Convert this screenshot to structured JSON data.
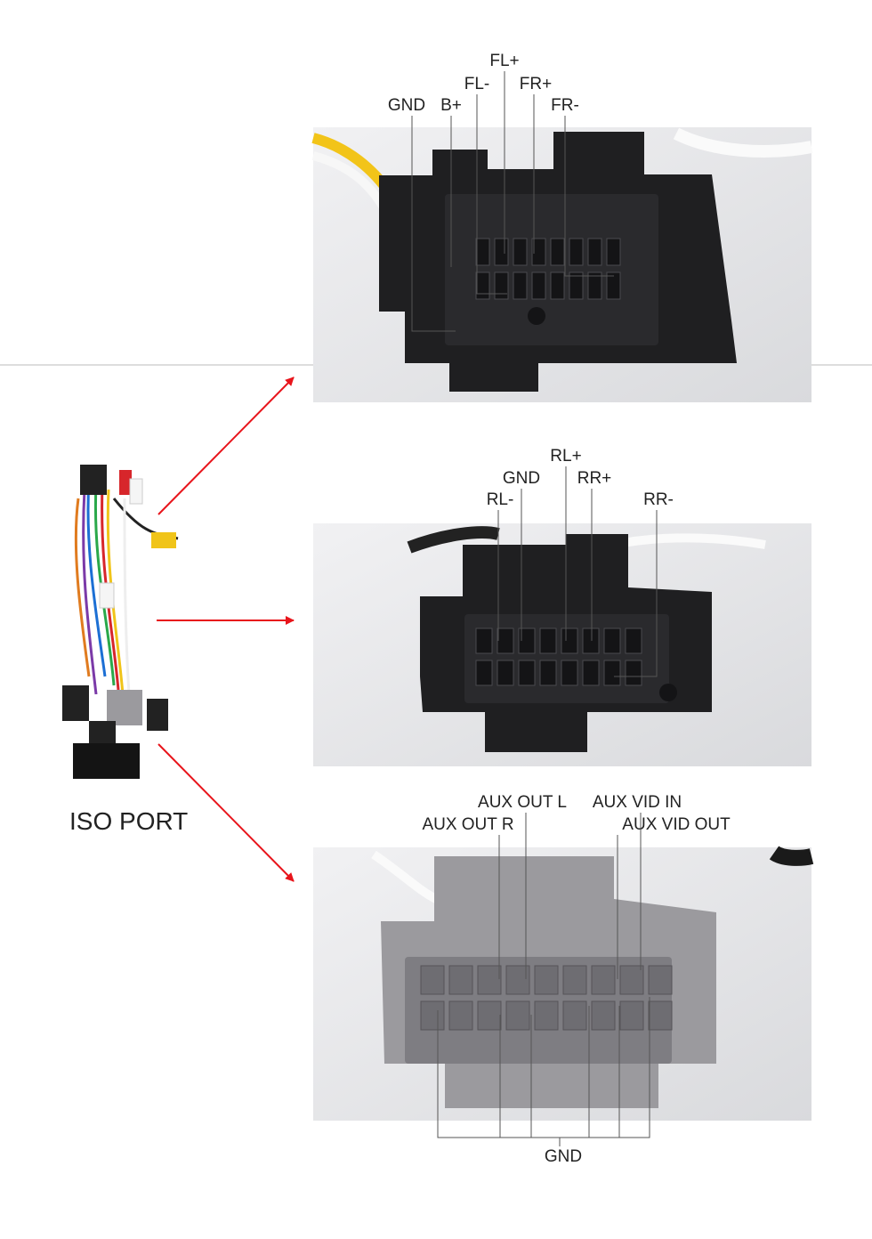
{
  "harness": {
    "label": "ISO PORT"
  },
  "connectors": [
    {
      "id": "speaker-front",
      "pins": [
        "FL+",
        "FL-",
        "FR+",
        "FR-",
        "GND",
        "B+"
      ]
    },
    {
      "id": "speaker-rear",
      "pins": [
        "RL+",
        "GND",
        "RR+",
        "RL-",
        "RR-"
      ]
    },
    {
      "id": "aux",
      "pins": [
        "AUX OUT L",
        "AUX VID IN",
        "AUX OUT R",
        "AUX VID OUT",
        "GND"
      ]
    }
  ],
  "colors": {
    "arrow": "#e8141b",
    "black_connector": "#1f1f21",
    "grey_connector": "#9b9a9e"
  }
}
